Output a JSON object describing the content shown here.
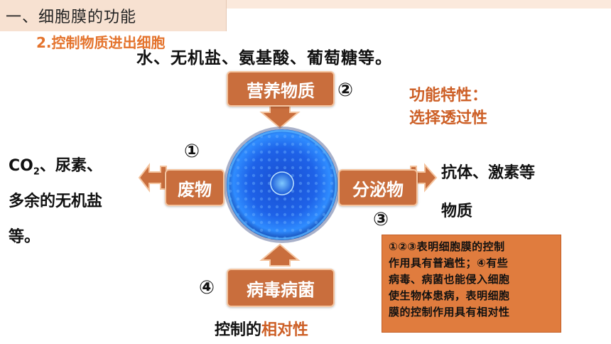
{
  "header": {
    "section_title": "一、细胞膜的功能",
    "subtitle": "2.控制物质进出细胞"
  },
  "nutrients": "水、无机盐、氨基酸、葡萄糖等。",
  "labels": {
    "nutrition": "营养物质",
    "waste": "废物",
    "secretion": "分泌物",
    "virus": "病毒病菌"
  },
  "markers": {
    "one": "①",
    "two": "②",
    "three": "③",
    "four": "④"
  },
  "feature": {
    "line1": "功能特性：",
    "line2": "选择透过性"
  },
  "waste_desc": {
    "line1_prefix": "CO",
    "line1_sub": "2",
    "line1_suffix": "、尿素、",
    "line2": "多余的无机盐",
    "line3": "等。"
  },
  "secretion_desc": {
    "line1": "抗体、激素等",
    "line2": "物质"
  },
  "note": {
    "line1": "①②③表明细胞膜的控制",
    "line2": "作用具有普遍性；④有些",
    "line3": "病毒、病菌也能侵入细胞",
    "line4": "使生物体患病，表明细胞",
    "line5": "膜的控制作用具有相对性"
  },
  "bottom": {
    "prefix": "控制的",
    "highlight": "相对性"
  },
  "colors": {
    "label_fill": "#c96e3d",
    "accent_orange": "#e4732c",
    "note_fill": "#e07c3e",
    "arrow_fill": "#c96e3d"
  }
}
